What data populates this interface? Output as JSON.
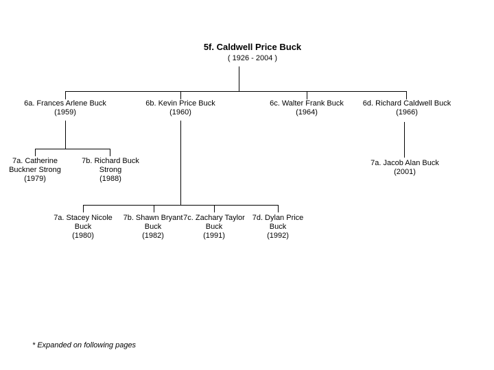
{
  "page": {
    "background_color": "#ffffff",
    "line_color": "#000000",
    "footnote": "* Expanded on following pages"
  },
  "tree": {
    "root": {
      "label": "5f. Caldwell Price Buck",
      "years": "( 1926 - 2004 )"
    },
    "generation6": [
      {
        "label": "6a. Frances Arlene Buck",
        "years": "(1959)"
      },
      {
        "label": "6b. Kevin Price Buck",
        "years": "(1960)"
      },
      {
        "label": "6c. Walter Frank Buck",
        "years": "(1964)"
      },
      {
        "label": "6d. Richard Caldwell Buck",
        "years": "(1966)"
      }
    ],
    "generation7_frances": [
      {
        "label": "7a. Catherine Buckner Strong",
        "years": "(1979)"
      },
      {
        "label": "7b. Richard Buck Strong",
        "years": "(1988)"
      }
    ],
    "generation7_kevin": [
      {
        "label": "7a. Stacey Nicole Buck",
        "years": "(1980)"
      },
      {
        "label": "7b. Shawn Bryant Buck",
        "years": "(1982)"
      },
      {
        "label": "7c. Zachary Taylor Buck",
        "years": "(1991)"
      },
      {
        "label": "7d. Dylan Price Buck",
        "years": "(1992)"
      }
    ],
    "generation7_richard": [
      {
        "label": "7a. Jacob Alan Buck",
        "years": "(2001)"
      }
    ]
  }
}
